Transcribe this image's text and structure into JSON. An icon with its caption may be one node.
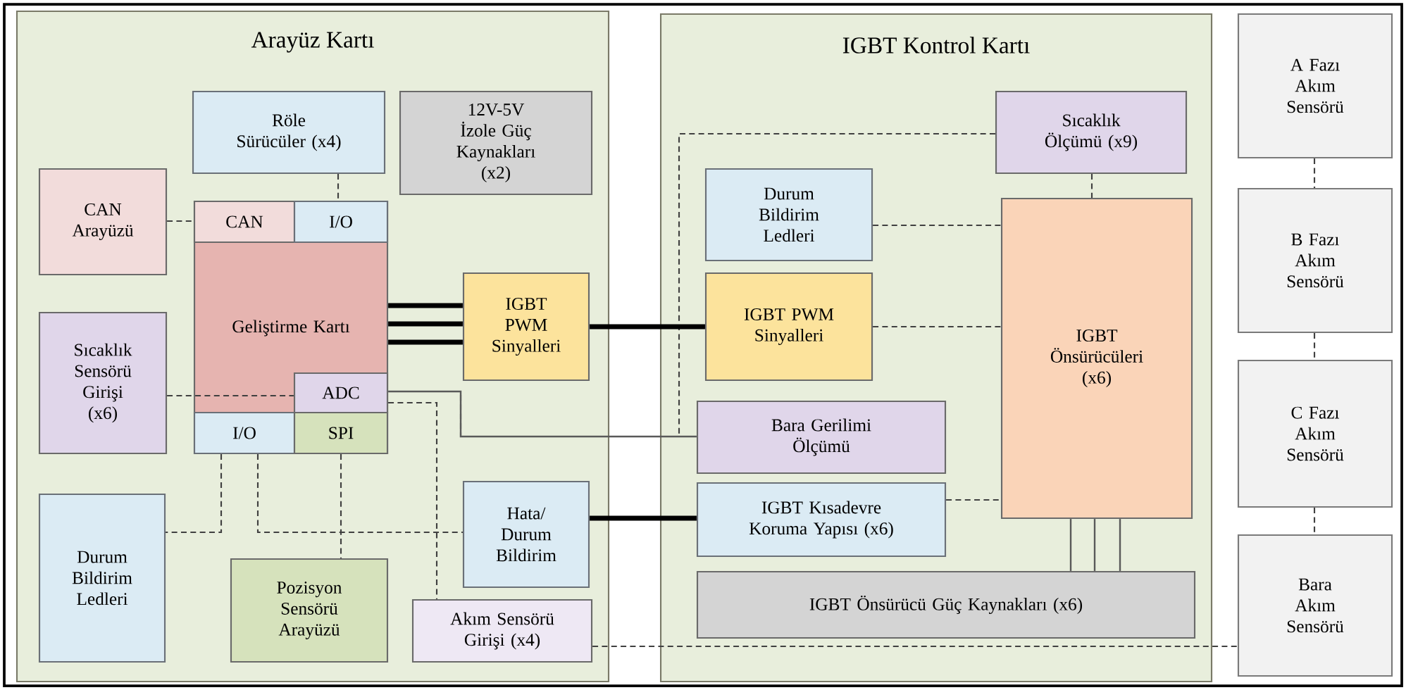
{
  "diagram": {
    "nodes": [
      {
        "text": [
          "Arayüz Kartı"
        ]
      },
      {
        "text": [
          "Röle Sürücüler (x4)"
        ],
        "in": 0
      },
      {
        "text": [
          "12V-5V İzole Güç Kaynakları (x2)"
        ],
        "in": 0
      },
      {
        "text": [
          "CAN Arayüzü"
        ],
        "in": 0
      },
      {
        "text": [
          "Geliştirme Kartı"
        ],
        "in": 0
      },
      {
        "text": [
          "CAN"
        ],
        "in": 4
      },
      {
        "text": [
          "I/O"
        ],
        "in": 4
      },
      {
        "text": [
          "ADC"
        ],
        "in": 4
      },
      {
        "text": [
          "I/O"
        ],
        "in": 4
      },
      {
        "text": [
          "SPI"
        ],
        "in": 4
      },
      {
        "text": [
          "IGBT PWM Sinyalleri"
        ],
        "in": 0
      },
      {
        "text": [
          "Sıcaklık Sensörü Girişi (x6)"
        ],
        "in": 0
      },
      {
        "text": [
          "Durum Bildirim Ledleri"
        ],
        "in": 0
      },
      {
        "text": [
          "Hata/ Durum Bildirim"
        ],
        "in": 0
      },
      {
        "text": [
          "Pozisyon Sensörü Arayüzü"
        ],
        "in": 0
      },
      {
        "text": [
          "Akım Sensörü Girişi (x4)"
        ],
        "in": 0
      },
      {
        "text": [
          "IGBT Kontrol Kartı"
        ]
      },
      {
        "text": [
          "Sıcaklık Ölçümü (x9)"
        ],
        "in": 16
      },
      {
        "text": [
          "Durum Bildirim Ledleri"
        ],
        "in": 16
      },
      {
        "text": [
          "IGBT PWM Sinyalleri"
        ],
        "in": 16
      },
      {
        "text": [
          "IGBT Önsürücüleri (x6)"
        ],
        "in": 16
      },
      {
        "text": [
          "Bara Gerilimi Ölçümü"
        ],
        "in": 16
      },
      {
        "text": [
          "IGBT Kısadevre Koruma Yapısı (x6)"
        ],
        "in": 16
      },
      {
        "text": [
          "IGBT Önsürücü Güç Kaynakları (x6)"
        ],
        "in": 16
      },
      {
        "text": [
          "A Fazı Akım Sensörü"
        ]
      },
      {
        "text": [
          "B Fazı Akım Sensörü"
        ]
      },
      {
        "text": [
          "C Fazı Akım Sensörü"
        ]
      },
      {
        "text": [
          "Bara Akım Sensörü"
        ]
      }
    ],
    "edges": [
      {
        "from": 1,
        "to": 6,
        "arrow": "none",
        "style": "dashed"
      },
      {
        "from": 3,
        "to": 5,
        "arrow": "none",
        "style": "dashed"
      },
      {
        "from": 4,
        "to": 10,
        "arrow": "none",
        "style": "thick"
      },
      {
        "from": 4,
        "to": 10,
        "arrow": "none",
        "style": "thick"
      },
      {
        "from": 4,
        "to": 10,
        "arrow": "none",
        "style": "thick"
      },
      {
        "from": 10,
        "to": 19,
        "arrow": "none",
        "style": "thick"
      },
      {
        "from": 11,
        "to": 7,
        "arrow": "none",
        "style": "dashed"
      },
      {
        "from": 7,
        "to": 21,
        "arrow": "none"
      },
      {
        "from": 7,
        "to": 15,
        "arrow": "none",
        "style": "dashed"
      },
      {
        "from": 8,
        "to": 12,
        "arrow": "none",
        "style": "dashed"
      },
      {
        "from": 8,
        "to": 13,
        "arrow": "none",
        "style": "dashed"
      },
      {
        "from": 9,
        "to": 14,
        "arrow": "none",
        "style": "dashed"
      },
      {
        "from": 13,
        "to": 22,
        "arrow": "none",
        "style": "thick"
      },
      {
        "from": 15,
        "to": 27,
        "arrow": "none",
        "style": "dashed"
      },
      {
        "from": 17,
        "to": 7,
        "arrow": "none",
        "style": "dashed"
      },
      {
        "from": 17,
        "to": 20,
        "arrow": "none",
        "style": "dashed"
      },
      {
        "from": 18,
        "to": 20,
        "arrow": "none",
        "style": "dashed"
      },
      {
        "from": 19,
        "to": 20,
        "arrow": "none",
        "style": "dashed"
      },
      {
        "from": 22,
        "to": 20,
        "arrow": "none",
        "style": "dashed"
      },
      {
        "from": 20,
        "to": 23,
        "arrow": "none"
      },
      {
        "from": 20,
        "to": 23,
        "arrow": "none"
      },
      {
        "from": 20,
        "to": 23,
        "arrow": "none"
      },
      {
        "from": 24,
        "to": 25,
        "arrow": "none",
        "style": "dashed"
      },
      {
        "from": 25,
        "to": 26,
        "arrow": "none",
        "style": "dashed"
      },
      {
        "from": 26,
        "to": 27,
        "arrow": "none",
        "style": "dashed"
      }
    ]
  }
}
